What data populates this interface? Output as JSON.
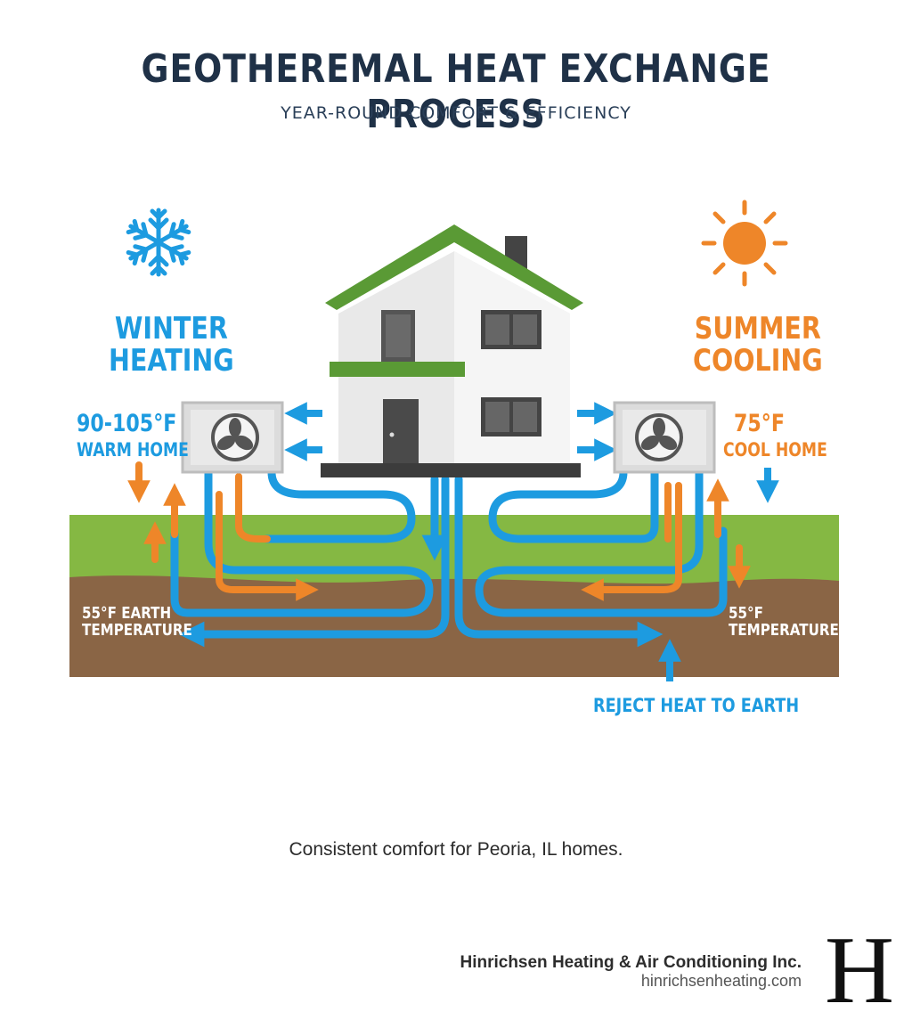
{
  "header": {
    "title": "GEOTHEREMAL HEAT EXCHANGE PROCESS",
    "subtitle": "YEAR-ROUND COMFORT & EFFICIENCY"
  },
  "winter": {
    "label_line1": "WINTER",
    "label_line2": "HEATING",
    "temp": "90-105°F",
    "desc": "WARM HOME",
    "icon": "snowflake-icon",
    "earth_line1": "55°F EARTH",
    "earth_line2": "TEMPERATURE"
  },
  "summer": {
    "label_line1": "SUMMER",
    "label_line2": "COOLING",
    "temp": "75°F",
    "desc": "COOL HOME",
    "icon": "sun-icon",
    "earth_line1": "55°F",
    "earth_line2": "TEMPERATURE",
    "reject": "REJECT HEAT TO EARTH"
  },
  "footer": {
    "note": "Consistent comfort for Peoria, IL homes.",
    "company": "Hinrichsen Heating & Air Conditioning Inc.",
    "url": "hinrichsenheating.com",
    "logo_letter": "H"
  },
  "colors": {
    "blue": "#1d9be0",
    "orange": "#ee8629",
    "grass": "#85b843",
    "soil": "#8a6545",
    "roof": "#5a9a35",
    "title": "#1f3147"
  }
}
